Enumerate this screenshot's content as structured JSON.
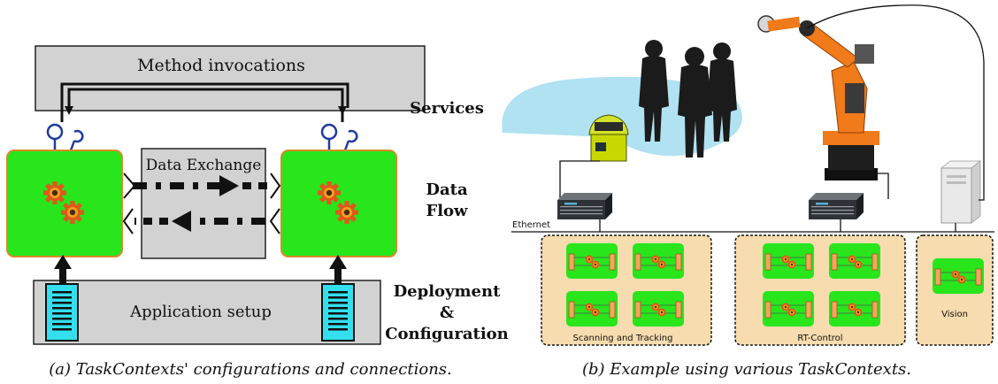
{
  "left_diagram": {
    "method_box_label": "Method invocations",
    "data_exchange_label": "Data Exchange",
    "app_setup_label": "Application setup"
  },
  "middle_labels": {
    "services": "Services",
    "data_flow_line1": "Data",
    "data_flow_line2": "Flow",
    "deployment_line1": "Deployment",
    "deployment_line2": "&",
    "deployment_line3": "Configuration"
  },
  "right_diagram": {
    "network_label": "Ethernet",
    "groups": [
      {
        "label": "Scanning and Tracking"
      },
      {
        "label": "RT-Control"
      },
      {
        "label": "Vision"
      }
    ]
  },
  "captions": {
    "left": "(a) TaskContexts' configurations and connections.",
    "right": "(b) Example using various TaskContexts."
  },
  "colors": {
    "component_green": "#28e51c",
    "component_border": "#d98a2a",
    "gear_orange": "#e0571c",
    "panel_gray": "#d2d2d2",
    "group_fill": "#f6dcae",
    "config_cyan": "#33dfee",
    "robot_orange": "#f17a1a",
    "scanner_field": "#a7dff0"
  }
}
